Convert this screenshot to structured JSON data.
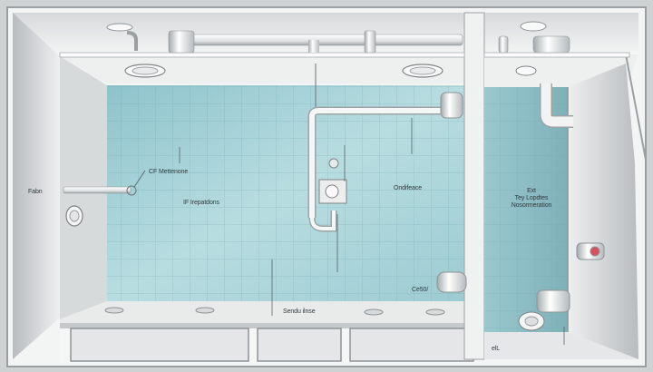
{
  "diagram": {
    "subject": "Bathroom plumbing cutaway illustration",
    "colors": {
      "wall_outer": "#c9cdce",
      "wall_inner": "#eceeee",
      "tile": "#a9d2d8",
      "tile_grid": "#7fb4bc",
      "pipe": "#e6e8e8",
      "valve_accent": "#d8505e"
    },
    "labels": {
      "left_wall": "Fabn",
      "fitting_top": "CF Mettenone",
      "fitting_mid": "IF Irepatdons",
      "center": "Ondifeace",
      "right_l1": "Ext",
      "right_l2": "Tey Lopdtes",
      "right_l3": "Nosormeration",
      "floor": "Sendu ilnse",
      "drain": "Ce50/",
      "corner": "elL"
    }
  }
}
